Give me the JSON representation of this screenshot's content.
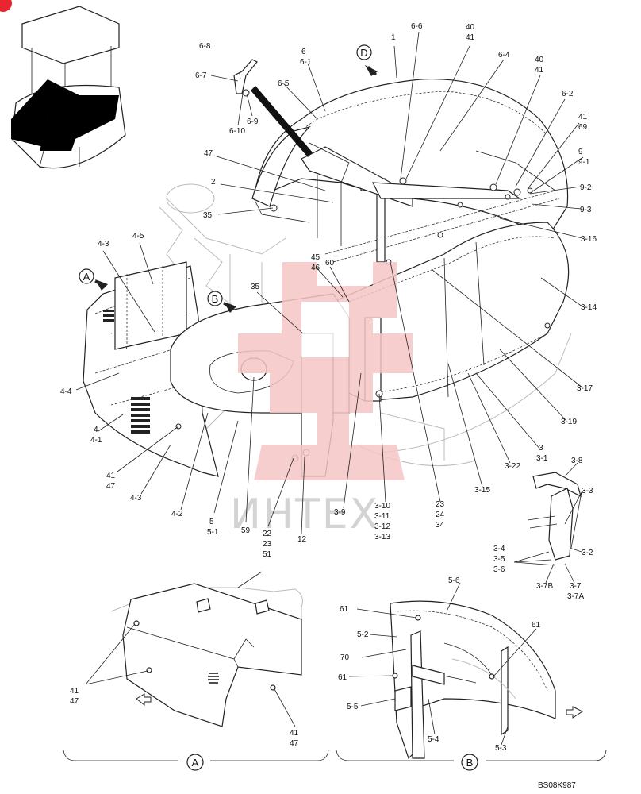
{
  "callouts": {
    "c1": "1",
    "c6_6": "6-6",
    "c40_41_top": [
      "40",
      "41"
    ],
    "c6_4": "6-4",
    "c40_41_right": [
      "40",
      "41"
    ],
    "c6_8": "6-8",
    "c6_7": "6-7",
    "c6_6_1": [
      "6",
      "6-1"
    ],
    "c6_5": "6-5",
    "c6_9": "6-9",
    "c6_10": "6-10",
    "c6_2": "6-2",
    "c41_69": [
      "41",
      "69"
    ],
    "c9_9_1": [
      "9",
      "9-1"
    ],
    "c9_2": "9-2",
    "c9_3": "9-3",
    "c47": "47",
    "c2": "2",
    "c35_top": "35",
    "c3_16": "3-16",
    "c4_3_top": "4-3",
    "c4_5": "4-5",
    "c45_46": [
      "45",
      "46"
    ],
    "c60": "60",
    "c3_14": "3-14",
    "c35_mid": "35",
    "c4_4": "4-4",
    "c3_17": "3-17",
    "c3_19": "3-19",
    "c4_4_1": [
      "4",
      "4-1"
    ],
    "c41_47_left": [
      "41",
      "47"
    ],
    "c4_3_bottom": "4-3",
    "c3_3_1": [
      "3",
      "3-1"
    ],
    "c3_22": "3-22",
    "c3_15": "3-15",
    "c3_8": "3-8",
    "c3_3": "3-3",
    "c4_2": "4-2",
    "c5_5_1": [
      "5",
      "5-1"
    ],
    "c59": "59",
    "c22_23_51": [
      "22",
      "23",
      "51"
    ],
    "c12": "12",
    "c3_9": "3-9",
    "c3_10_13": [
      "3-10",
      "3-11",
      "3-12",
      "3-13"
    ],
    "c23_24_34": [
      "23",
      "24",
      "34"
    ],
    "c3_4_6": [
      "3-4",
      "3-5",
      "3-6"
    ],
    "c3_2": "3-2",
    "c3_7B": "3-7B",
    "c3_7_7A": [
      "3-7",
      "3-7A"
    ],
    "c5_6": "5-6",
    "c61_a": "61",
    "c61_b": "61",
    "c5_2": "5-2",
    "c70": "70",
    "c61_c": "61",
    "c5_5": "5-5",
    "c5_4": "5-4",
    "c5_3": "5-3",
    "c41_47_detA_left": [
      "41",
      "47"
    ],
    "c41_47_detA_bottom": [
      "41",
      "47"
    ]
  },
  "view_markers": {
    "D": "D",
    "A": "A",
    "B": "B"
  },
  "section_labels": {
    "A": "A",
    "B": "B"
  },
  "watermark": "ИНТЕХ",
  "doc_code": "BS08K987",
  "colors": {
    "watermark_red": "#f6c6c6",
    "corner_badge": "#e8262f"
  }
}
